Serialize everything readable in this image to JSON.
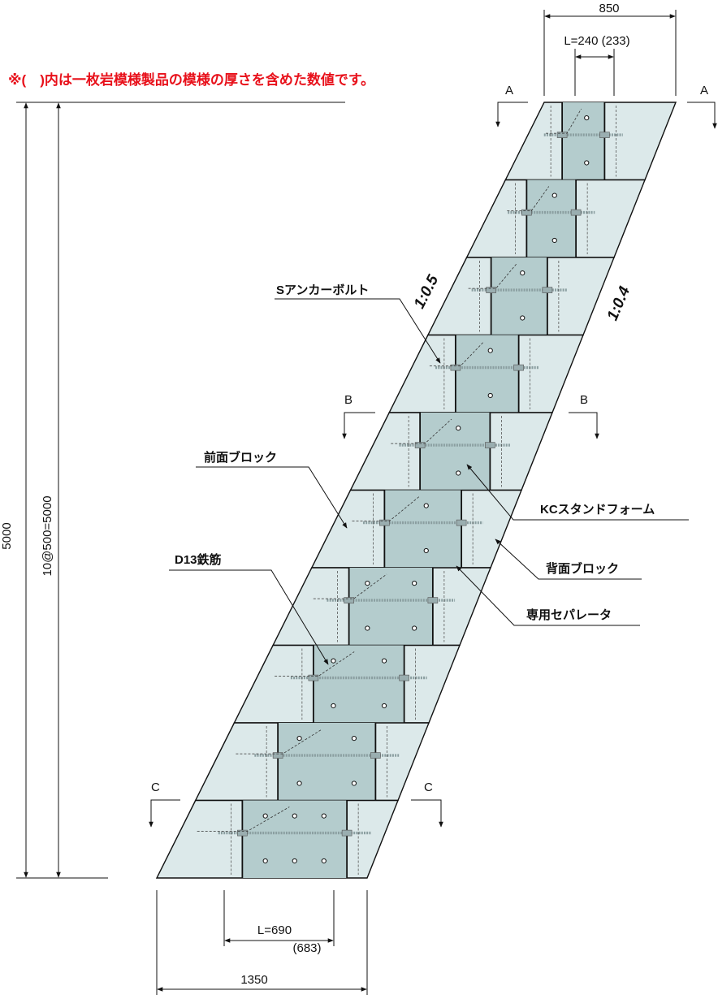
{
  "note": "※(　)内は一枚岩模様製品の模様の厚さを含めた数値です。",
  "dimensions": {
    "top_width": "850",
    "top_form_length": "L=240 (233)",
    "total_height": "5000",
    "course_height": "10@500=5000",
    "bottom_form_length": "L=690",
    "bottom_form_length_alt": "(683)",
    "bottom_width": "1350"
  },
  "slopes": {
    "front": "1:0.5",
    "back": "1:0.4"
  },
  "sections": {
    "a_left": "A",
    "a_right": "A",
    "b_left": "B",
    "b_right": "B",
    "c_left": "C",
    "c_right": "C"
  },
  "labels": {
    "anchor_bolt": "Sアンカーボルト",
    "front_block": "前面ブロック",
    "kc_form": "KCスタンドフォーム",
    "back_block": "背面ブロック",
    "separator": "専用セパレータ",
    "rebar": "D13鉄筋"
  },
  "colors": {
    "block_fill": "#dce9ea",
    "form_fill": "#b4cccd",
    "note_text": "#e8101a",
    "rebar": "#8a9ea0"
  },
  "diagram": {
    "courses": 10,
    "front_slope": 0.5,
    "back_slope": 0.4,
    "top_width_mm": 850,
    "bottom_width_mm": 1350,
    "height_mm": 5000
  }
}
